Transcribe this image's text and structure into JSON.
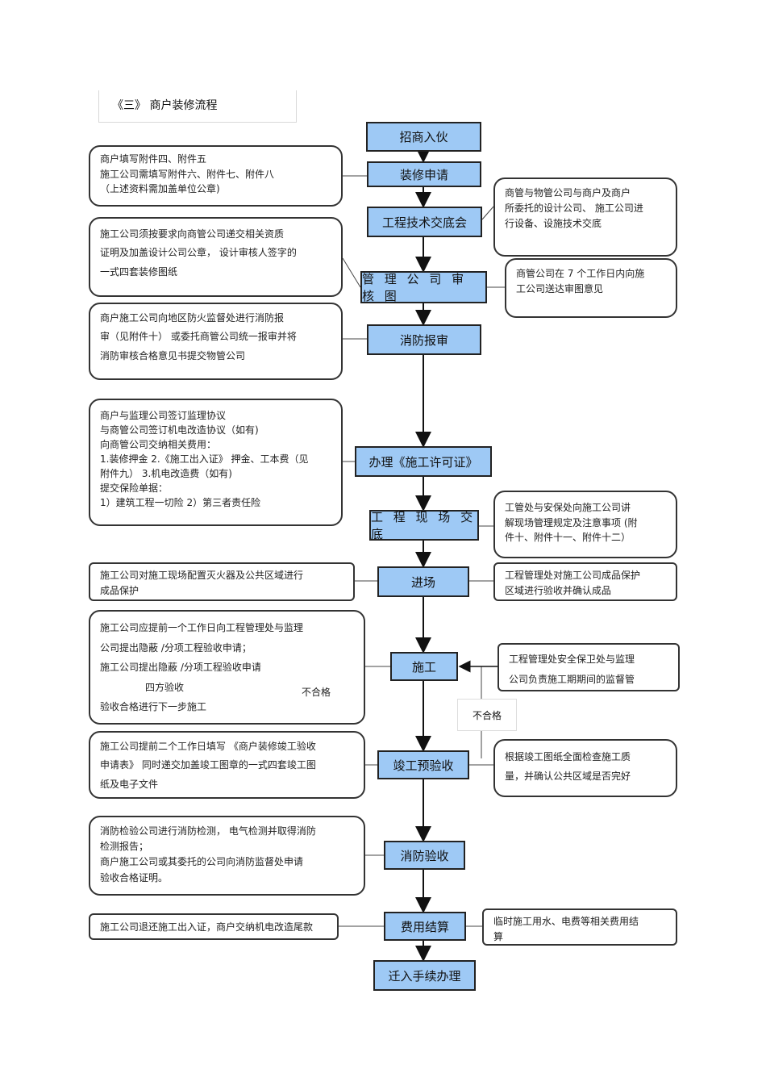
{
  "title": "《三》 商户装修流程",
  "steps": [
    "招商入伙",
    "装修申请",
    "工程技术交底会",
    "管 理 公 司 审 核 图",
    "消防报审",
    "办理《施工许可证》",
    "工 程 现 场 交 底",
    "进场",
    "施工",
    "竣工预验收",
    "消防验收",
    "费用结算",
    "迁入手续办理"
  ],
  "left_notes": {
    "apply": [
      "商户填写附件四、附件五",
      "施工公司需填写附件六、附件七、附件八",
      "（上述资料需加盖单位公章)"
    ],
    "review": [
      "施工公司须按要求向商管公司递交相关资质",
      "证明及加盖设计公司公章，      设计审核人签字的",
      "一式四套装修图纸"
    ],
    "fire": [
      "商户施工公司向地区防火监督处进行消防报",
      "审（见附件十）  或委托商管公司统一报审并将",
      "消防审核合格意见书提交物管公司"
    ],
    "permit": [
      "商户与监理公司签订监理协议",
      "与商管公司签订机电改造协议（如有)",
      "向商管公司交纳相关费用：",
      "1.装修押金  2.《施工出入证》 押金、工本费（见",
      "附件九）  3.机电改造费（如有)",
      "提交保险单据：",
      "1）建筑工程一切险    2）第三者责任险"
    ],
    "entry": [
      "施工公司对施工现场配置灭火器及公共区域进行",
      "成品保护"
    ],
    "construction": [
      "施工公司应提前一个工作日向工程管理处与监理",
      "公司提出隐蔽   /分项工程验收申请；",
      "施工公司提出隐蔽   /分项工程验收申请",
      "四方验收",
      "不合格",
      "验收合格进行下一步施工"
    ],
    "pre_accept": [
      "施工公司提前二个工作日填写     《商户装修竣工验收",
      "申请表》 同时递交加盖竣工图章的一式四套竣工图",
      "纸及电子文件"
    ],
    "fire_accept": [
      "消防检验公司进行消防检测，      电气检测并取得消防",
      "检测报告；",
      "商户施工公司或其委托的公司向消防监督处申请",
      "验收合格证明。"
    ],
    "settle": [
      "施工公司退还施工出入证，商户交纳机电改造尾款"
    ]
  },
  "right_notes": {
    "tech": [
      "商管与物管公司与商户及商户",
      "所委托的设计公司、   施工公司进",
      "行设备、设施技术交底"
    ],
    "review": [
      "商管公司在   7 个工作日内向施",
      "工公司送达审图意见"
    ],
    "site": [
      "工管处与安保处向施工公司讲",
      "解现场管理规定及注意事项     (附",
      "件十、附件十一、附件十二）"
    ],
    "entry": [
      "工程管理处对施工公司成品保护",
      "区域进行验收并确认成品"
    ],
    "construction": [
      "工程管理处安全保卫处与监理",
      "公司负责施工期期间的监督管"
    ],
    "pre_accept": [
      "根据竣工图纸全面检查施工质",
      "量，并确认公共区域是否完好"
    ],
    "settle": [
      "临时施工用水、电费等相关费用结",
      "算"
    ]
  },
  "fail_label": "不合格"
}
